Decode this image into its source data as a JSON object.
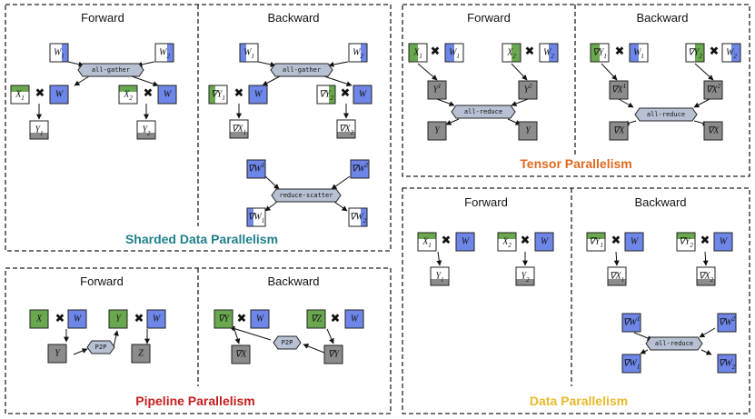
{
  "colors": {
    "weight": "#6d86e8",
    "activation": "#6aa84f",
    "output": "#8c8c8c",
    "collective": "#b7c1d3"
  },
  "panels": {
    "sharded": {
      "title": "Sharded Data Parallelism",
      "title_color": "#1f7f8c",
      "forward": "Forward",
      "backward": "Backward",
      "fwd": {
        "W1": "W1",
        "W2": "W2",
        "X1": "X1",
        "X2": "X2",
        "W": "W",
        "Y1": "Y1",
        "Y2": "Y2",
        "op": "all-gather"
      },
      "bwd": {
        "W1": "W1",
        "W2": "W2",
        "dY1": "∇Y1",
        "dY2": "∇Y2",
        "W": "W",
        "dX1": "∇X1",
        "dX2": "∇X2",
        "op_gather": "all-gather",
        "dW1sup": "∇W1",
        "dW2sup": "∇W2",
        "op_scatter": "reduce-scatter",
        "dW1": "∇W1",
        "dW2": "∇W2"
      }
    },
    "tensor": {
      "title": "Tensor Parallelism",
      "title_color": "#e0691f",
      "forward": "Forward",
      "backward": "Backward",
      "fwd": {
        "X1": "X1",
        "W1": "W1",
        "X2": "X2",
        "W2": "W2",
        "Y1sup": "Y1",
        "Y2sup": "Y2",
        "Y": "Y",
        "op": "all-reduce"
      },
      "bwd": {
        "dY1": "∇Y1",
        "W1": "W1",
        "dY2": "∇Y2",
        "W2": "W2",
        "dX1sup": "∇X1",
        "dX2sup": "∇X2",
        "dX": "∇X",
        "op": "all-reduce"
      }
    },
    "pipeline": {
      "title": "Pipeline Parallelism",
      "title_color": "#c41e1e",
      "forward": "Forward",
      "backward": "Backward",
      "fwd": {
        "X": "X",
        "W": "W",
        "Y": "Y",
        "Z": "Z",
        "op": "P2P"
      },
      "bwd": {
        "dY": "∇Y",
        "W": "W",
        "dZ": "∇Z",
        "dX": "∇X",
        "op": "P2P"
      }
    },
    "data": {
      "title": "Data Parallelism",
      "title_color": "#e8b92a",
      "forward": "Forward",
      "backward": "Backward",
      "fwd": {
        "X1": "X1",
        "X2": "X2",
        "W": "W",
        "Y1": "Y1",
        "Y2": "Y2"
      },
      "bwd": {
        "dY1": "∇Y1",
        "dY2": "∇Y2",
        "W": "W",
        "dX1": "∇X1",
        "dX2": "∇X2",
        "dW1sup": "∇W1",
        "dW2sup": "∇W2",
        "op": "all-reduce",
        "dW1": "∇W1",
        "dW2": "∇W2"
      }
    }
  }
}
